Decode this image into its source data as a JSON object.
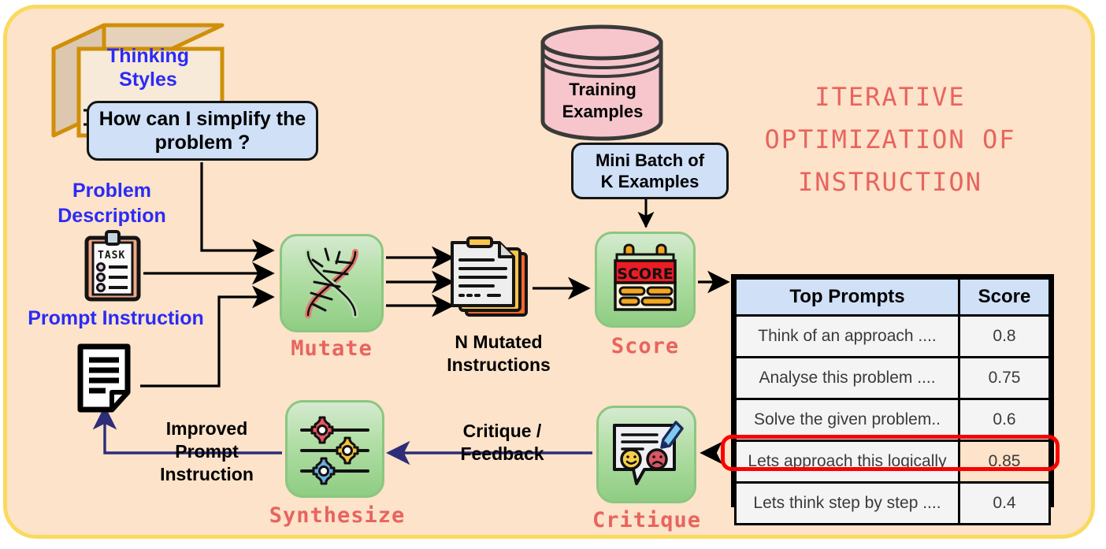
{
  "title": {
    "lines": [
      "ITERATIVE",
      "OPTIMIZATION OF",
      "INSTRUCTION"
    ],
    "color": "#e8645f"
  },
  "colors": {
    "background": "#fce3c9",
    "frame_border": "#fada5e",
    "blue_label": "#2b2bf5",
    "node_green_light": "#d5ead0",
    "node_green_dark": "#8fcd83",
    "callout_blue": "#cfe0f7",
    "cylinder_pink": "#f6c6cc",
    "accent_red": "#fb0000",
    "thinking_box_border": "#cf8f08",
    "arrow_purple": "#2d2d7a"
  },
  "thinking_styles": {
    "label": "Thinking\nStyles",
    "label_line1": "Thinking",
    "label_line2": "Styles",
    "question": "How can I simplify the problem ?",
    "icon": "stacked-cards-box-icon"
  },
  "inputs": {
    "problem_description_label": "Problem Description",
    "problem_description_label_line1": "Problem",
    "problem_description_label_line2": "Description",
    "problem_icon": "clipboard-task-icon",
    "clipboard_text": "TASK",
    "prompt_instruction_label": "Prompt Instruction",
    "prompt_icon": "document-page-icon"
  },
  "training": {
    "cylinder_label_line1": "Training",
    "cylinder_label_line2": "Examples",
    "cylinder_icon": "database-cylinder-icon",
    "mini_batch_label": "Mini Batch of K Examples",
    "mini_batch_line1": "Mini Batch of",
    "mini_batch_line2": "K Examples"
  },
  "nodes": [
    {
      "id": "mutate",
      "label": "Mutate",
      "icon": "dna-helix-icon"
    },
    {
      "id": "score",
      "label": "Score",
      "icon": "scoreboard-icon",
      "icon_text": "SCORE"
    },
    {
      "id": "critique",
      "label": "Critique",
      "icon": "feedback-speech-bubble-icon"
    },
    {
      "id": "synthesize",
      "label": "Synthesize",
      "icon": "gear-sliders-icon"
    }
  ],
  "artifacts": {
    "n_mutated_label_line1": "N Mutated",
    "n_mutated_label_line2": "Instructions",
    "n_mutated_icon": "document-stack-icon",
    "critique_feedback_line1": "Critique /",
    "critique_feedback_line2": "Feedback",
    "improved_line1": "Improved",
    "improved_line2": "Prompt",
    "improved_line3": "Instruction"
  },
  "table": {
    "headers": [
      "Top Prompts",
      "Score"
    ],
    "rows": [
      {
        "prompt": "Think of an approach ....",
        "score": "0.8",
        "highlighted": false
      },
      {
        "prompt": "Analyse this problem ....",
        "score": "0.75",
        "highlighted": false
      },
      {
        "prompt": "Solve the given problem..",
        "score": "0.6",
        "highlighted": false
      },
      {
        "prompt": "Lets approach this logically",
        "score": "0.85",
        "highlighted": true
      },
      {
        "prompt": "Lets think step by step ....",
        "score": "0.4",
        "highlighted": false
      }
    ]
  }
}
